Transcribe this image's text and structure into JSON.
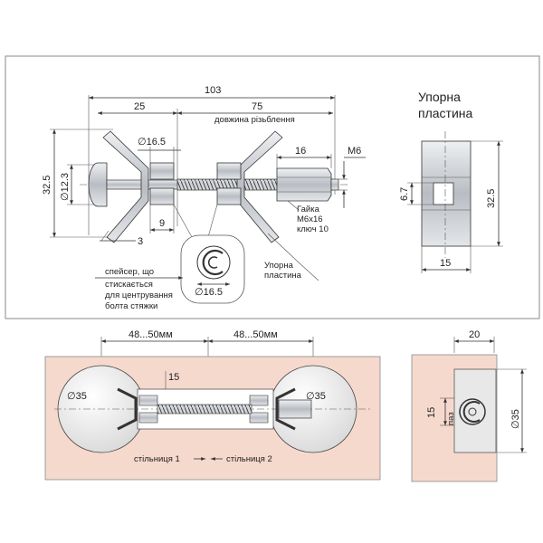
{
  "top_view": {
    "overall_length": "103",
    "left_part": "25",
    "thread_length": "75",
    "thread_label": "довжина різьблення",
    "nut_length": "16",
    "thread_size": "M6",
    "head_dia": "∅12.3",
    "height": "32.5",
    "spacer_dia": "∅16.5",
    "spacer_width": "9",
    "plate_thickness": "3",
    "nut_label_1": "Гайка",
    "nut_label_2": "M6x16",
    "nut_label_3": "ключ 10",
    "plate_label_1": "Упорна",
    "plate_label_2": "пластина",
    "spacer_note_1": "спейсер, що",
    "spacer_note_2": "стискається",
    "spacer_note_3": "для центрування",
    "spacer_note_4": "болта стяжки",
    "detail_dia": "∅16.5"
  },
  "plate_view": {
    "title_1": "Упорна",
    "title_2": "пластина",
    "height": "32.5",
    "hole": "6.7",
    "width": "15"
  },
  "install_view": {
    "left_offset": "48...50мм",
    "right_offset": "48...50мм",
    "slot_dim": "15",
    "left_dia": "∅35",
    "right_dia": "∅35",
    "label_left": "стільниця 1",
    "label_right": "стільниця 2"
  },
  "side_view": {
    "width": "20",
    "slot": "15",
    "slot_label": "паз",
    "dia": "∅35"
  },
  "colors": {
    "panel_fill": "#f6d9cd",
    "metal": "#c9ccd1",
    "frame": "#8a8a8a"
  }
}
